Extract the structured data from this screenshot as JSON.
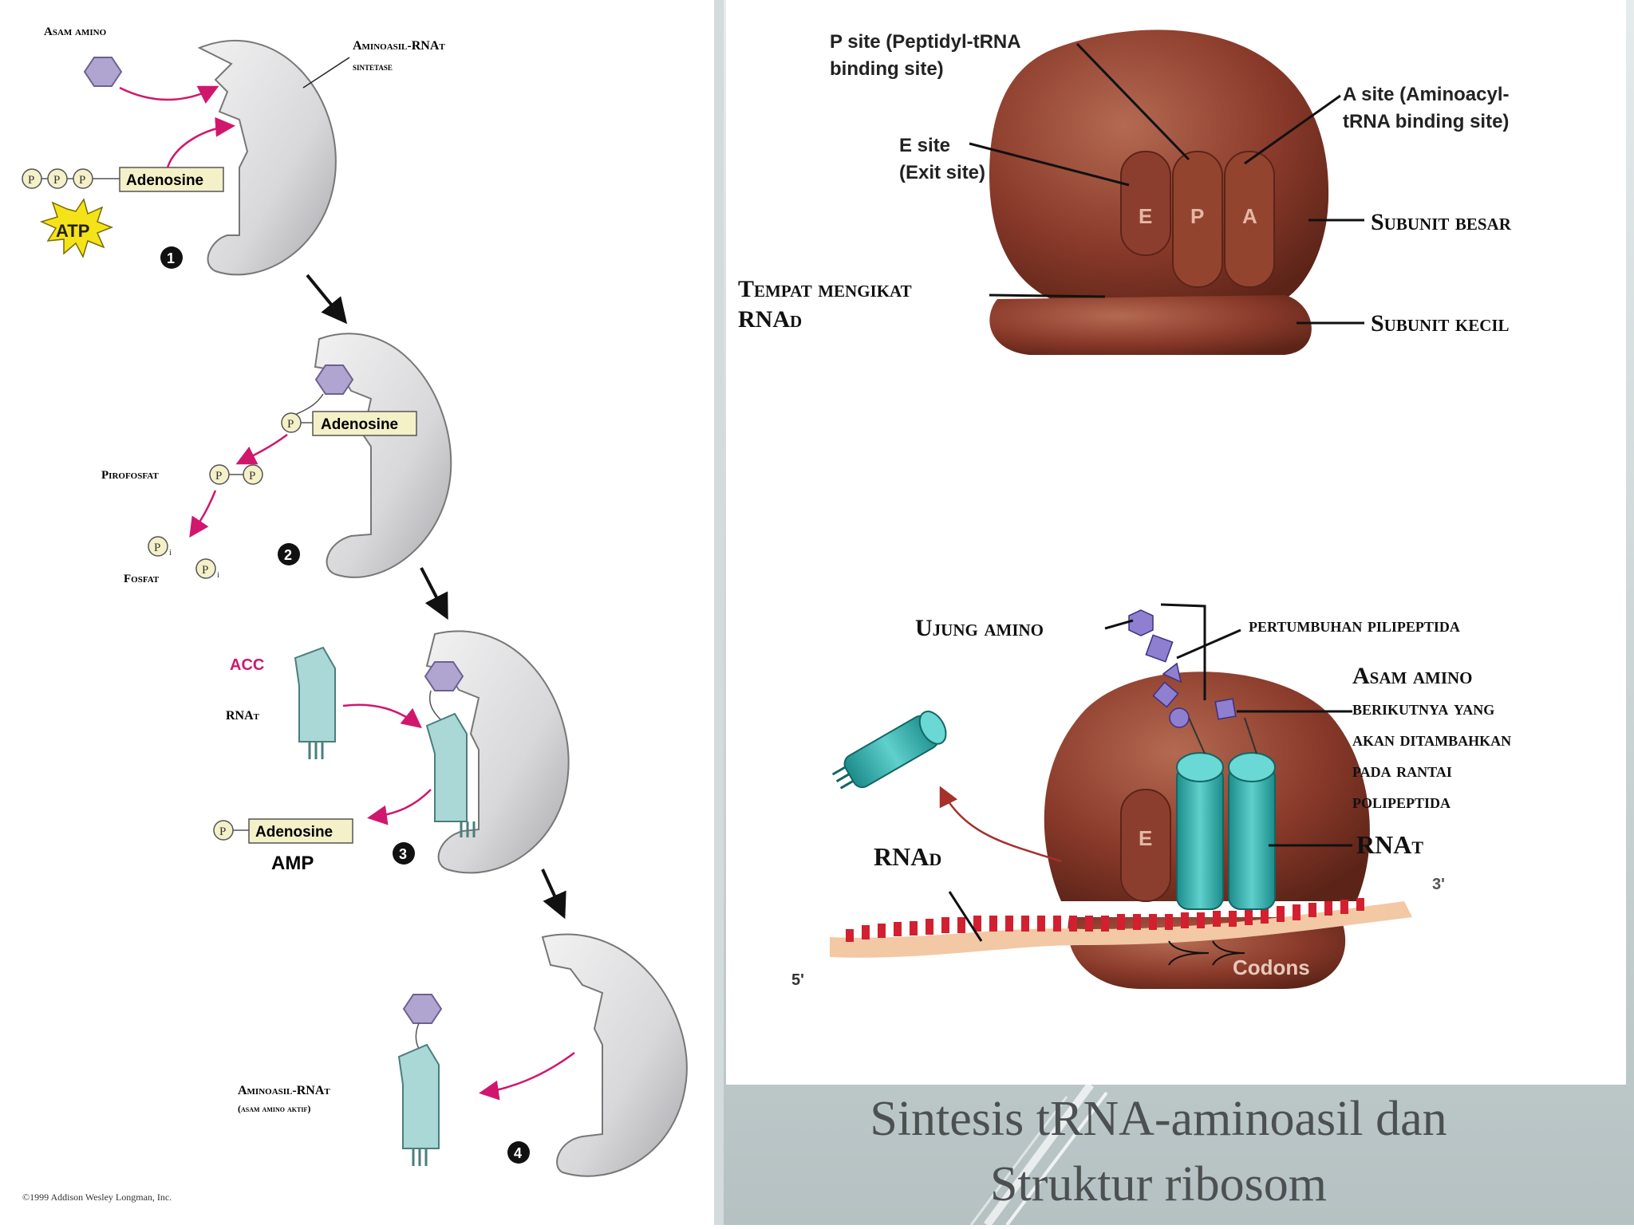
{
  "left": {
    "asam_amino": "Asam amino",
    "enzyme": "Aminoasil-RNAt",
    "enzyme2": "sintetase",
    "adenosine": "Adenosine",
    "p": "P",
    "pi": "i",
    "atp": "ATP",
    "step1": "1",
    "step2": "2",
    "step3": "3",
    "step4": "4",
    "pirofosfat": "Pirofosfat",
    "fosfat": "Fosfat",
    "acc": "ACC",
    "rnat": "RNAt",
    "amp": "AMP",
    "aminoasil_rnat": "Aminoasil-RNAt",
    "asam_amino_aktif": "(asam amino aktif)",
    "copyright": "©1999 Addison Wesley Longman, Inc."
  },
  "top_right": {
    "p_site_1": "P site (Peptidyl-tRNA",
    "p_site_2": "binding site)",
    "e_site_1": "E site",
    "e_site_2": "(Exit site)",
    "a_site_1": "A site (Aminoacyl-",
    "a_site_2": "tRNA binding site)",
    "e": "E",
    "p": "P",
    "a": "A",
    "subunit_besar": "Subunit besar",
    "subunit_kecil": "Subunit kecil",
    "tempat_1": "Tempat mengikat",
    "tempat_2": "RNAd"
  },
  "bottom_right": {
    "ujung_amino": "Ujung amino",
    "pertumbuhan": "pertumbuhan pilipeptida",
    "asam_1": "Asam amino",
    "asam_2": "berikutnya yang",
    "asam_3": "akan ditambahkan",
    "asam_4": "pada rantai",
    "asam_5": "polipeptida",
    "rnat": "RNAt",
    "rnad": "RNAd",
    "e": "E",
    "three_prime": "3'",
    "five_prime": "5'",
    "codons": "Codons"
  },
  "caption": {
    "line1": "Sintesis tRNA-aminoasil dan",
    "line2": "Struktur ribosom"
  },
  "colors": {
    "enzyme": "#d9d9db",
    "amino_acid": "#b0a4d0",
    "trna": "#a9d8d6",
    "ribosome": "#8a3a2a",
    "trna_teal": "#2fb5b3",
    "arrow_magenta": "#d0176d",
    "mrna_red": "#d22030"
  }
}
